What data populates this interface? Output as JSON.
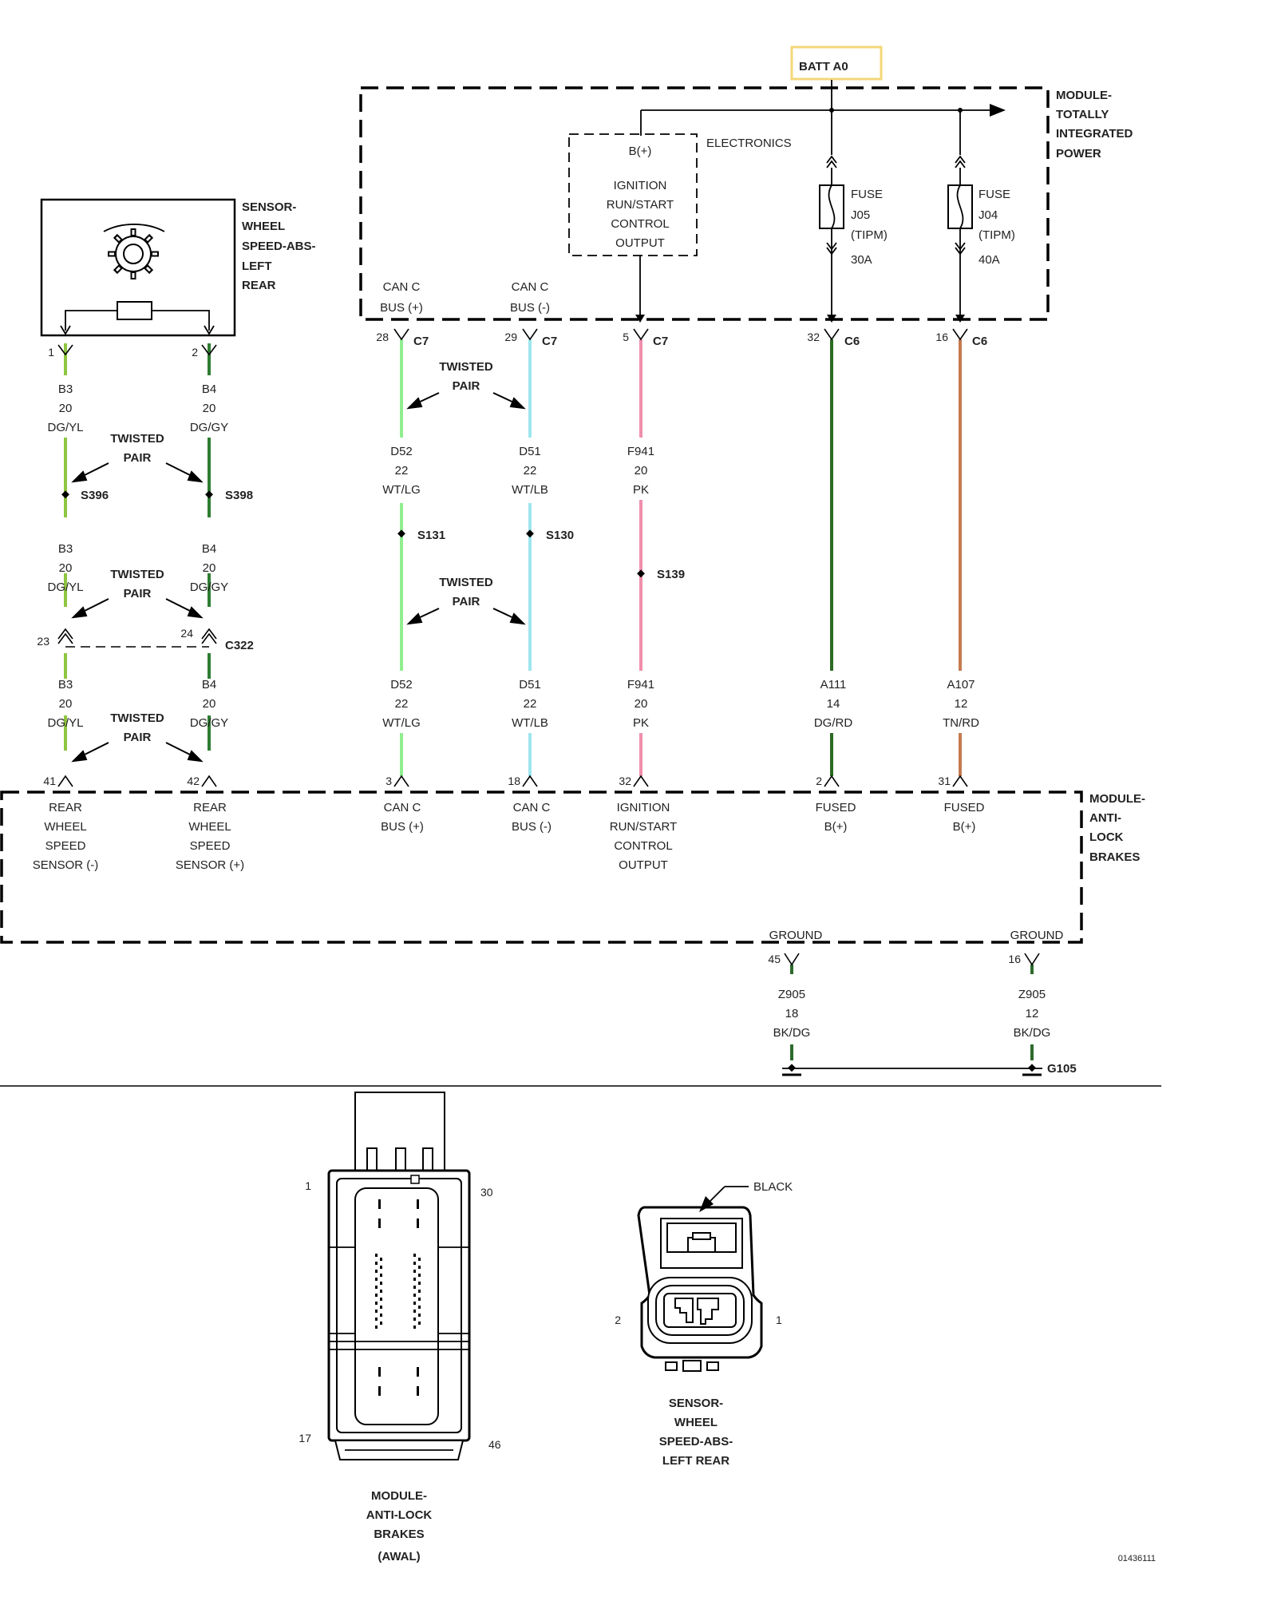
{
  "colors": {
    "DG/YL": "#8ec63f",
    "DG/GY": "#2e7d32",
    "WT/LG": "#90ee90",
    "WT/LB": "#9ee6ee",
    "PK": "#f08fac",
    "DG/RD": "#2b6b22",
    "TN/RD": "#c47a4f",
    "BK/DG": "#2d6b2d",
    "batt_box": "#f5d77a"
  },
  "batt_label": "BATT A0",
  "modules": {
    "tipm": [
      "MODULE-",
      "TOTALLY",
      "INTEGRATED",
      "POWER"
    ],
    "abs": [
      "MODULE-",
      "ANTI-",
      "LOCK",
      "BRAKES"
    ],
    "sensor": [
      "SENSOR-",
      "WHEEL",
      "SPEED-ABS-",
      "LEFT",
      "REAR"
    ]
  },
  "electronics": {
    "label": "ELECTRONICS",
    "bplus": "B(+)",
    "lines": [
      "IGNITION",
      "RUN/START",
      "CONTROL",
      "OUTPUT"
    ]
  },
  "fuses": [
    {
      "lines": [
        "FUSE",
        "J05",
        "(TIPM)",
        "30A"
      ]
    },
    {
      "lines": [
        "FUSE",
        "J04",
        "(TIPM)",
        "40A"
      ]
    }
  ],
  "tipm_pin_labels": [
    [
      "CAN C",
      "BUS (+)"
    ],
    [
      "CAN C",
      "BUS (-)"
    ]
  ],
  "top_connectors": [
    {
      "pin": "28",
      "conn": "C7"
    },
    {
      "pin": "29",
      "conn": "C7"
    },
    {
      "pin": "5",
      "conn": "C7"
    },
    {
      "pin": "32",
      "conn": "C6"
    },
    {
      "pin": "16",
      "conn": "C6"
    }
  ],
  "sensor_pins": [
    "1",
    "2"
  ],
  "twisted_pair": [
    "TWISTED",
    "PAIR"
  ],
  "wire_labels": {
    "b3": [
      "B3",
      "20",
      "DG/YL"
    ],
    "b4": [
      "B4",
      "20",
      "DG/GY"
    ],
    "d52": [
      "D52",
      "22",
      "WT/LG"
    ],
    "d51": [
      "D51",
      "22",
      "WT/LB"
    ],
    "f941": [
      "F941",
      "20",
      "PK"
    ],
    "a111": [
      "A111",
      "14",
      "DG/RD"
    ],
    "a107": [
      "A107",
      "12",
      "TN/RD"
    ],
    "z905a": [
      "Z905",
      "18",
      "BK/DG"
    ],
    "z905b": [
      "Z905",
      "12",
      "BK/DG"
    ]
  },
  "splices": [
    "S396",
    "S398",
    "S131",
    "S130",
    "S139"
  ],
  "c322": {
    "pin_left": "23",
    "pin_right": "24",
    "conn": "C322"
  },
  "abs_pins": [
    "41",
    "42",
    "3",
    "18",
    "32",
    "2",
    "31"
  ],
  "abs_pin_labels": [
    [
      "REAR",
      "WHEEL",
      "SPEED",
      "SENSOR (-)"
    ],
    [
      "REAR",
      "WHEEL",
      "SPEED",
      "SENSOR (+)"
    ],
    [
      "CAN C",
      "BUS (+)"
    ],
    [
      "CAN C",
      "BUS (-)"
    ],
    [
      "IGNITION",
      "RUN/START",
      "CONTROL",
      "OUTPUT"
    ],
    [
      "FUSED",
      "B(+)"
    ],
    [
      "FUSED",
      "B(+)"
    ]
  ],
  "ground": {
    "labels": [
      "GROUND",
      "GROUND"
    ],
    "pins": [
      "45",
      "16"
    ],
    "point": "G105"
  },
  "connector_views": {
    "abs": {
      "pins": [
        "1",
        "30",
        "17",
        "46"
      ],
      "caption": [
        "MODULE-",
        "ANTI-LOCK",
        "BRAKES",
        "(AWAL)"
      ]
    },
    "sensor": {
      "color": "BLACK",
      "pins": [
        "2",
        "1"
      ],
      "caption": [
        "SENSOR-",
        "WHEEL",
        "SPEED-ABS-",
        "LEFT REAR"
      ]
    }
  },
  "figure_id": "01436111"
}
